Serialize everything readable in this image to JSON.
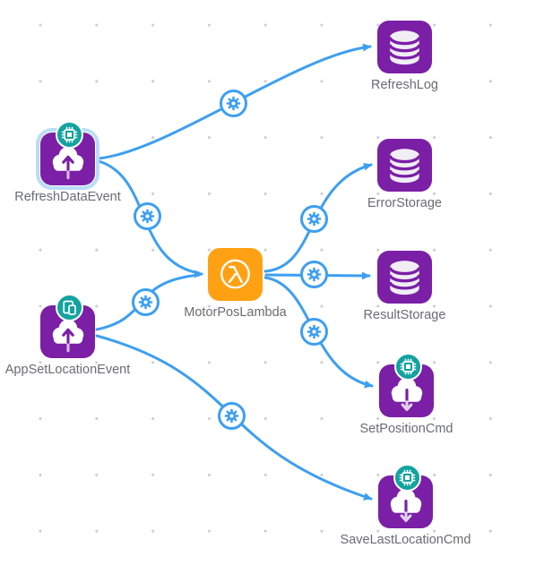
{
  "canvas": {
    "name": "flow-diagram-canvas",
    "colors": {
      "edge_blue": "#3D9FF0",
      "node_purple": "#7A1FA6",
      "node_orange": "#FFA113",
      "badge_teal": "#13A3A0",
      "selection_highlight": "#B9DDF7",
      "label_gray": "#6B6B74",
      "grid_dot": "#CBCBD2"
    }
  },
  "nodes": [
    {
      "id": "refresh-data-event",
      "label": "RefreshDataEvent",
      "type": "cloud-upload-event",
      "badge": "chip",
      "selected": true
    },
    {
      "id": "app-set-location-event",
      "label": "AppSetLocationEvent",
      "type": "cloud-upload-event",
      "badge": "devices",
      "selected": false
    },
    {
      "id": "motor-pos-lambda",
      "label": "MotorPosLambda",
      "type": "lambda-function",
      "badge": null,
      "selected": false
    },
    {
      "id": "refresh-log",
      "label": "RefreshLog",
      "type": "database",
      "badge": null,
      "selected": false
    },
    {
      "id": "error-storage",
      "label": "ErrorStorage",
      "type": "database",
      "badge": null,
      "selected": false
    },
    {
      "id": "result-storage",
      "label": "ResultStorage",
      "type": "database",
      "badge": null,
      "selected": false
    },
    {
      "id": "set-position-cmd",
      "label": "SetPositionCmd",
      "type": "cloud-download-command",
      "badge": "chip",
      "selected": false
    },
    {
      "id": "save-last-location-cmd",
      "label": "SaveLastLocationCmd",
      "type": "cloud-download-command",
      "badge": "chip",
      "selected": false
    }
  ],
  "edges": [
    {
      "from": "RefreshDataEvent",
      "to": "RefreshLog",
      "midpoint_icon": "gear"
    },
    {
      "from": "RefreshDataEvent",
      "to": "MotorPosLambda",
      "midpoint_icon": "gear"
    },
    {
      "from": "AppSetLocationEvent",
      "to": "MotorPosLambda",
      "midpoint_icon": "gear"
    },
    {
      "from": "MotorPosLambda",
      "to": "ErrorStorage",
      "midpoint_icon": "gear"
    },
    {
      "from": "MotorPosLambda",
      "to": "ResultStorage",
      "midpoint_icon": "gear"
    },
    {
      "from": "MotorPosLambda",
      "to": "SetPositionCmd",
      "midpoint_icon": "gear"
    },
    {
      "from": "AppSetLocationEvent",
      "to": "SaveLastLocationCmd",
      "midpoint_icon": "gear"
    }
  ]
}
